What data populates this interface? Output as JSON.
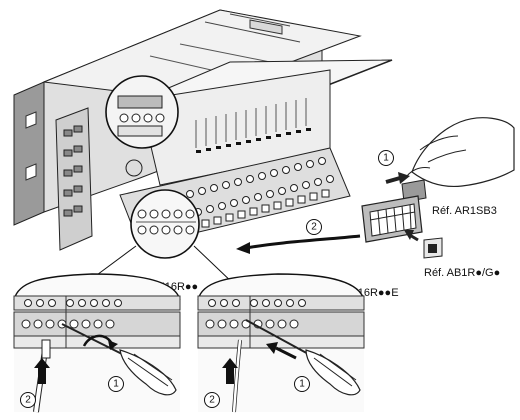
{
  "labels": {
    "ref_shunt": "Réf. AR1SB3",
    "ref_marker": "Réf. AB1R●/G●",
    "model_left": "ABE-7H16R●●",
    "model_right": "ABE-7H16R●●E"
  },
  "step_numbers": {
    "hand_step": "1",
    "arrow_step": "2",
    "left_screwdriver": "1",
    "left_wire": "2",
    "right_screwdriver": "1",
    "right_wire": "2"
  }
}
